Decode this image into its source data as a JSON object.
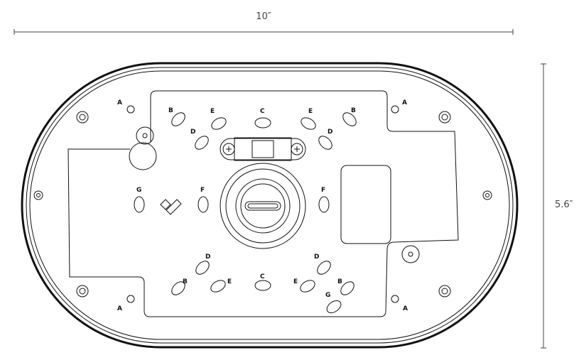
{
  "dimensions": {
    "width": "10″",
    "height": "5.6″"
  },
  "hole_labels": {
    "A": "A",
    "B": "B",
    "C": "C",
    "D": "D",
    "E": "E",
    "F": "F",
    "G": "G"
  },
  "colors": {
    "line": "#111111",
    "dimension": "#444444",
    "background": "#ffffff"
  }
}
